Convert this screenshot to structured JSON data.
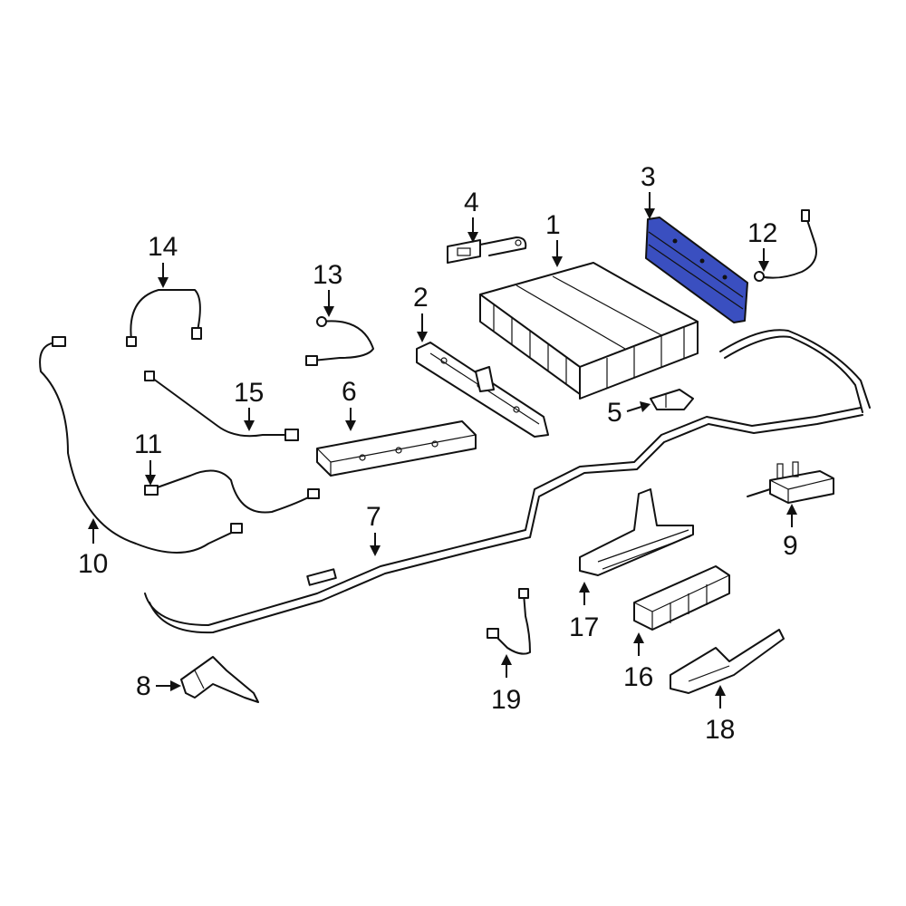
{
  "diagram": {
    "highlight_color": "#3a4fc0",
    "callouts": [
      {
        "id": "1",
        "label": "1"
      },
      {
        "id": "2",
        "label": "2"
      },
      {
        "id": "3",
        "label": "3"
      },
      {
        "id": "4",
        "label": "4"
      },
      {
        "id": "5",
        "label": "5"
      },
      {
        "id": "6",
        "label": "6"
      },
      {
        "id": "7",
        "label": "7"
      },
      {
        "id": "8",
        "label": "8"
      },
      {
        "id": "9",
        "label": "9"
      },
      {
        "id": "10",
        "label": "10"
      },
      {
        "id": "11",
        "label": "11"
      },
      {
        "id": "12",
        "label": "12"
      },
      {
        "id": "13",
        "label": "13"
      },
      {
        "id": "14",
        "label": "14"
      },
      {
        "id": "15",
        "label": "15"
      },
      {
        "id": "16",
        "label": "16"
      },
      {
        "id": "17",
        "label": "17"
      },
      {
        "id": "18",
        "label": "18"
      },
      {
        "id": "19",
        "label": "19"
      }
    ]
  }
}
